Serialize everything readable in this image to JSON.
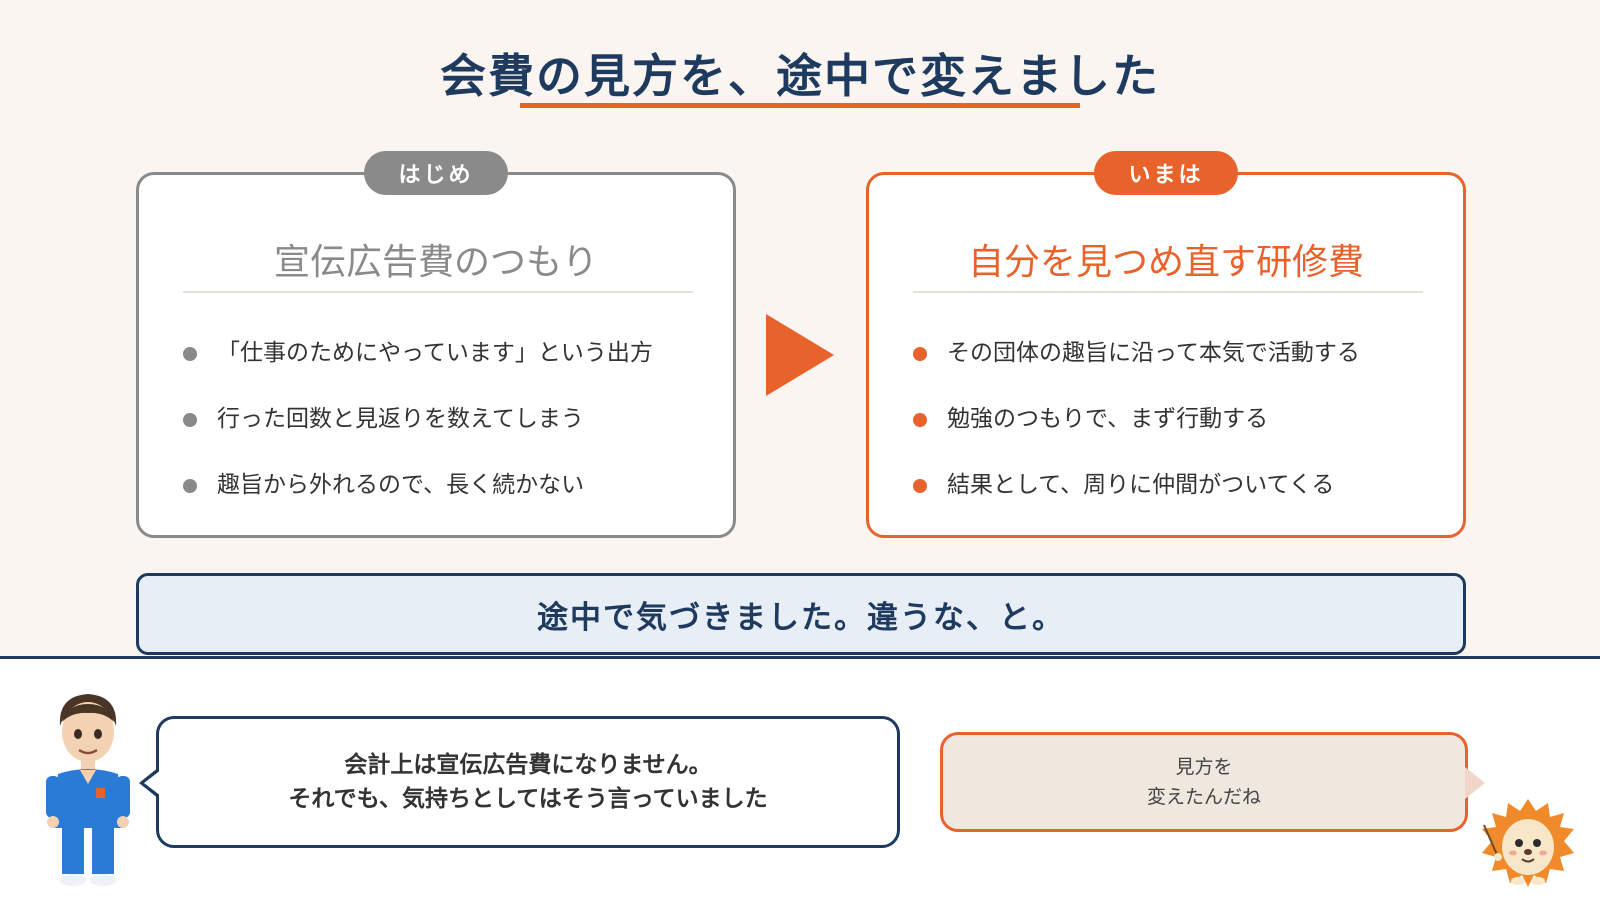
{
  "title": "会費の見方を、途中で変えました",
  "before": {
    "tag": "はじめ",
    "heading": "宣伝広告費のつもり",
    "bullets": [
      "「仕事のためにやっています」という出方",
      "行った回数と見返りを数えてしまう",
      "趣旨から外れるので、長く続かない"
    ]
  },
  "after": {
    "tag": "いまは",
    "heading": "自分を見つめ直す研修費",
    "bullets": [
      "その団体の趣旨に沿って本気で活動する",
      "勉強のつもりで、まず行動する",
      "結果として、周りに仲間がついてくる"
    ]
  },
  "banner": "途中で気づきました。違うな、と。",
  "speech_left": {
    "line1": "会計上は宣伝広告費になりません。",
    "line2": "それでも、気持ちとしてはそう言っていました"
  },
  "speech_right": {
    "line1": "見方を",
    "line2": "変えたんだね"
  },
  "colors": {
    "accent": "#e8622c",
    "navy": "#1e3a5f",
    "gray": "#8a8a8a",
    "background": "#faf5f0"
  },
  "icons": {
    "arrow": "play-arrow-icon",
    "character_left": "doctor-avatar-icon",
    "character_right": "hedgehog-mascot-icon"
  }
}
